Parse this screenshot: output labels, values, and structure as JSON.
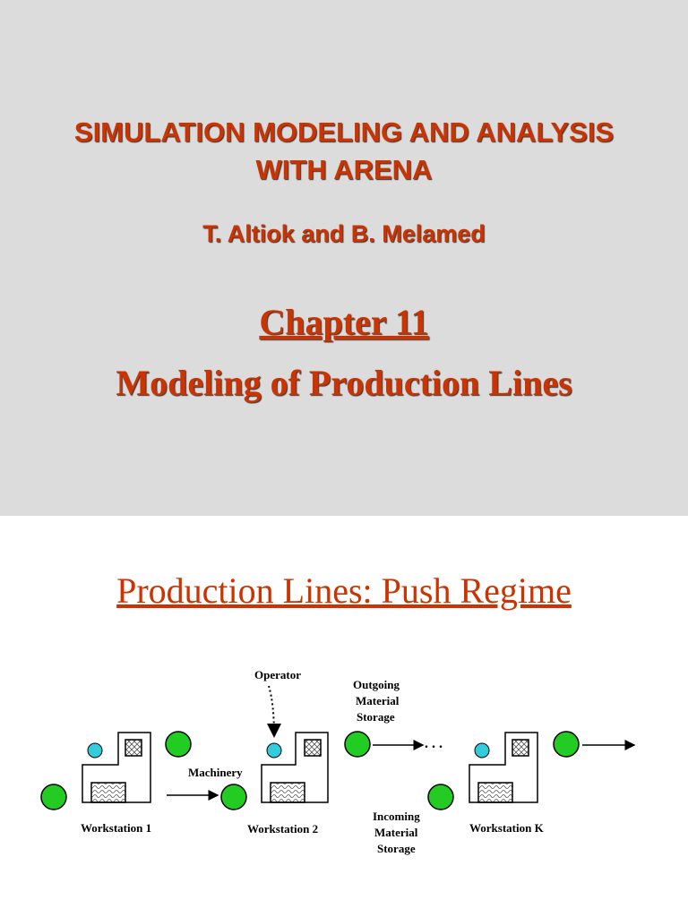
{
  "slide1": {
    "title_line1": "SIMULATION MODELING AND ANALYSIS",
    "title_line2": "WITH ARENA",
    "authors": "T. Altiok  and  B. Melamed",
    "chapter": "Chapter 11",
    "chapter_title": "Modeling of Production Lines"
  },
  "slide2": {
    "title": "Production Lines: Push Regime",
    "diagram": {
      "operator_label": "Operator",
      "outgoing_label": [
        "Outgoing",
        "Material",
        "Storage"
      ],
      "machinery_label": "Machinery",
      "incoming_label": [
        "Incoming",
        "Material",
        "Storage"
      ],
      "workstations": [
        "Workstation 1",
        "Workstation 2",
        "Workstation K"
      ],
      "ellipsis": ". . .",
      "colors": {
        "buffer": "#22cc22",
        "operator": "#33ccdd",
        "accent": "#cc3300"
      }
    }
  }
}
